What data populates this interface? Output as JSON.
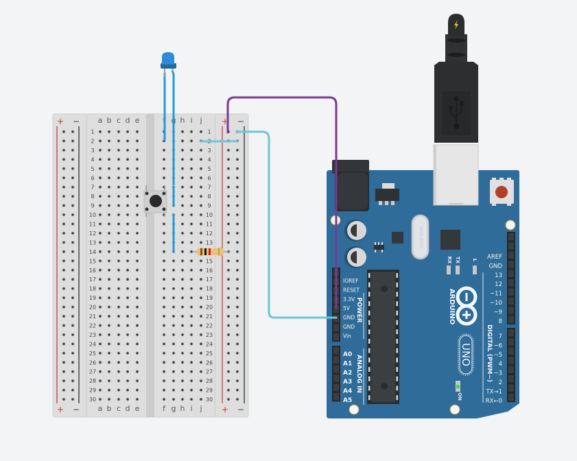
{
  "breadboard": {
    "rail_plus": "+",
    "rail_minus": "−",
    "columns_left": [
      "a",
      "b",
      "c",
      "d",
      "e"
    ],
    "columns_right": [
      "f",
      "g",
      "h",
      "i",
      "j"
    ],
    "rows": 30
  },
  "components": {
    "led": {
      "label": "LED",
      "color": "#2e8bd4"
    },
    "pushbutton": {
      "label": "Pushbutton"
    },
    "resistor": {
      "label": "Resistor",
      "bands": [
        "#8a4a1a",
        "#111111",
        "#e4151b",
        "#c8a23a"
      ]
    }
  },
  "wires": {
    "purple": "#7b3a93",
    "cyan": "#6cc5d6",
    "blue": "#1f9ad9"
  },
  "arduino": {
    "brand": "ARDUINO",
    "model": "UNO",
    "crystal": "SK16.000G",
    "power_header_title": "POWER",
    "power_pins": [
      "IOREF",
      "RESET",
      "3.3V",
      "5V",
      "GND",
      "GND",
      "Vin"
    ],
    "analog_header_title": "ANALOG IN",
    "analog_pins": [
      "A0",
      "A1",
      "A2",
      "A3",
      "A4",
      "A5"
    ],
    "digital_header_title": "DIGITAL (PWM~)",
    "digital_top_pins": [
      "AREF",
      "GND",
      "13",
      "12",
      "~11",
      "~10",
      "~9",
      "8"
    ],
    "digital_bottom_pins": [
      "7",
      "~6",
      "~5",
      "4",
      "~3",
      "2",
      "TX→1",
      "RX←0"
    ],
    "leds": {
      "rx": "RX",
      "tx": "TX",
      "l": "L",
      "on": "ON"
    },
    "board_color": "#2f6c99"
  },
  "usb": {
    "icon": "usb-icon",
    "power_icon": "lightning-icon"
  }
}
